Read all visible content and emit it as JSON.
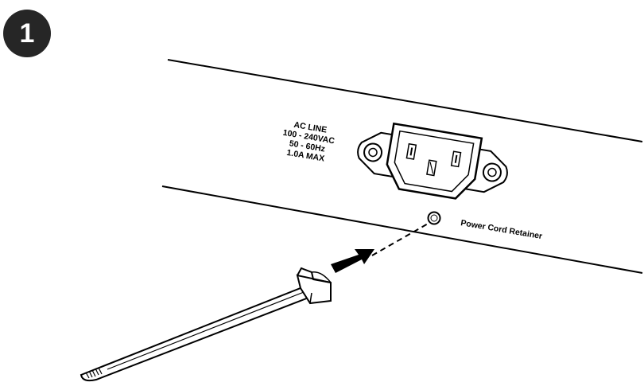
{
  "step": {
    "number": "1"
  },
  "panel": {
    "rating_lines": [
      "AC LINE",
      "100 - 240VAC",
      "50 - 60Hz",
      "1.0A MAX"
    ],
    "retainer_label": "Power Cord Retainer"
  },
  "colors": {
    "ink": "#000000",
    "badge": "#262626",
    "background": "#ffffff"
  }
}
